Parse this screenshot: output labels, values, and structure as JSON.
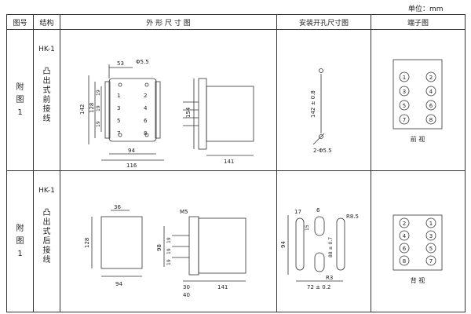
{
  "unit_label": "单位：mm",
  "headers": {
    "fig_no": "图号",
    "structure": "结构",
    "outline": "外 形 尺 寸 图",
    "mounting": "安装开孔尺寸图",
    "terminal": "端子图"
  },
  "rows": [
    {
      "fig": [
        "附",
        "图",
        "1"
      ],
      "model": "HK-1",
      "structure_chars": [
        "凸",
        "出",
        "式",
        "前",
        "接",
        "线"
      ],
      "dims": {
        "d53": "53",
        "dphi": "Φ5.5",
        "d142": "142",
        "d128": "128",
        "d19a": "19",
        "d19b": "19",
        "d19c": "19",
        "d94": "94",
        "d116": "116",
        "d154": "154",
        "d141": "141",
        "pins": [
          "1",
          "2",
          "3",
          "4",
          "5",
          "6",
          "7",
          "8"
        ]
      },
      "mount": {
        "h": "142 ± 0.8",
        "hole": "2-Φ5.5"
      },
      "terminal": {
        "numbers": [
          "1",
          "2",
          "3",
          "4",
          "5",
          "6",
          "7",
          "8"
        ],
        "caption": "前 视"
      }
    },
    {
      "fig": [
        "附",
        "图",
        "1"
      ],
      "model": "HK-1",
      "structure_chars": [
        "凸",
        "出",
        "式",
        "后",
        "接",
        "线"
      ],
      "dims": {
        "d36": "36",
        "d128": "128",
        "d94": "94",
        "dM5": "M5",
        "d98": "98",
        "d19a": "19",
        "d19b": "19",
        "d19c": "19",
        "d30": "30",
        "d40": "40",
        "d141": "141"
      },
      "mount": {
        "d17": "17",
        "d6": "6",
        "dR85": "R8.5",
        "d15": "15",
        "d94": "94",
        "d88": "88 ± 0.7",
        "dR3": "R3",
        "d72": "72 ± 0.2"
      },
      "terminal": {
        "numbers": [
          "2",
          "1",
          "4",
          "3",
          "6",
          "5",
          "8",
          "7"
        ],
        "caption": "背 视"
      }
    }
  ]
}
